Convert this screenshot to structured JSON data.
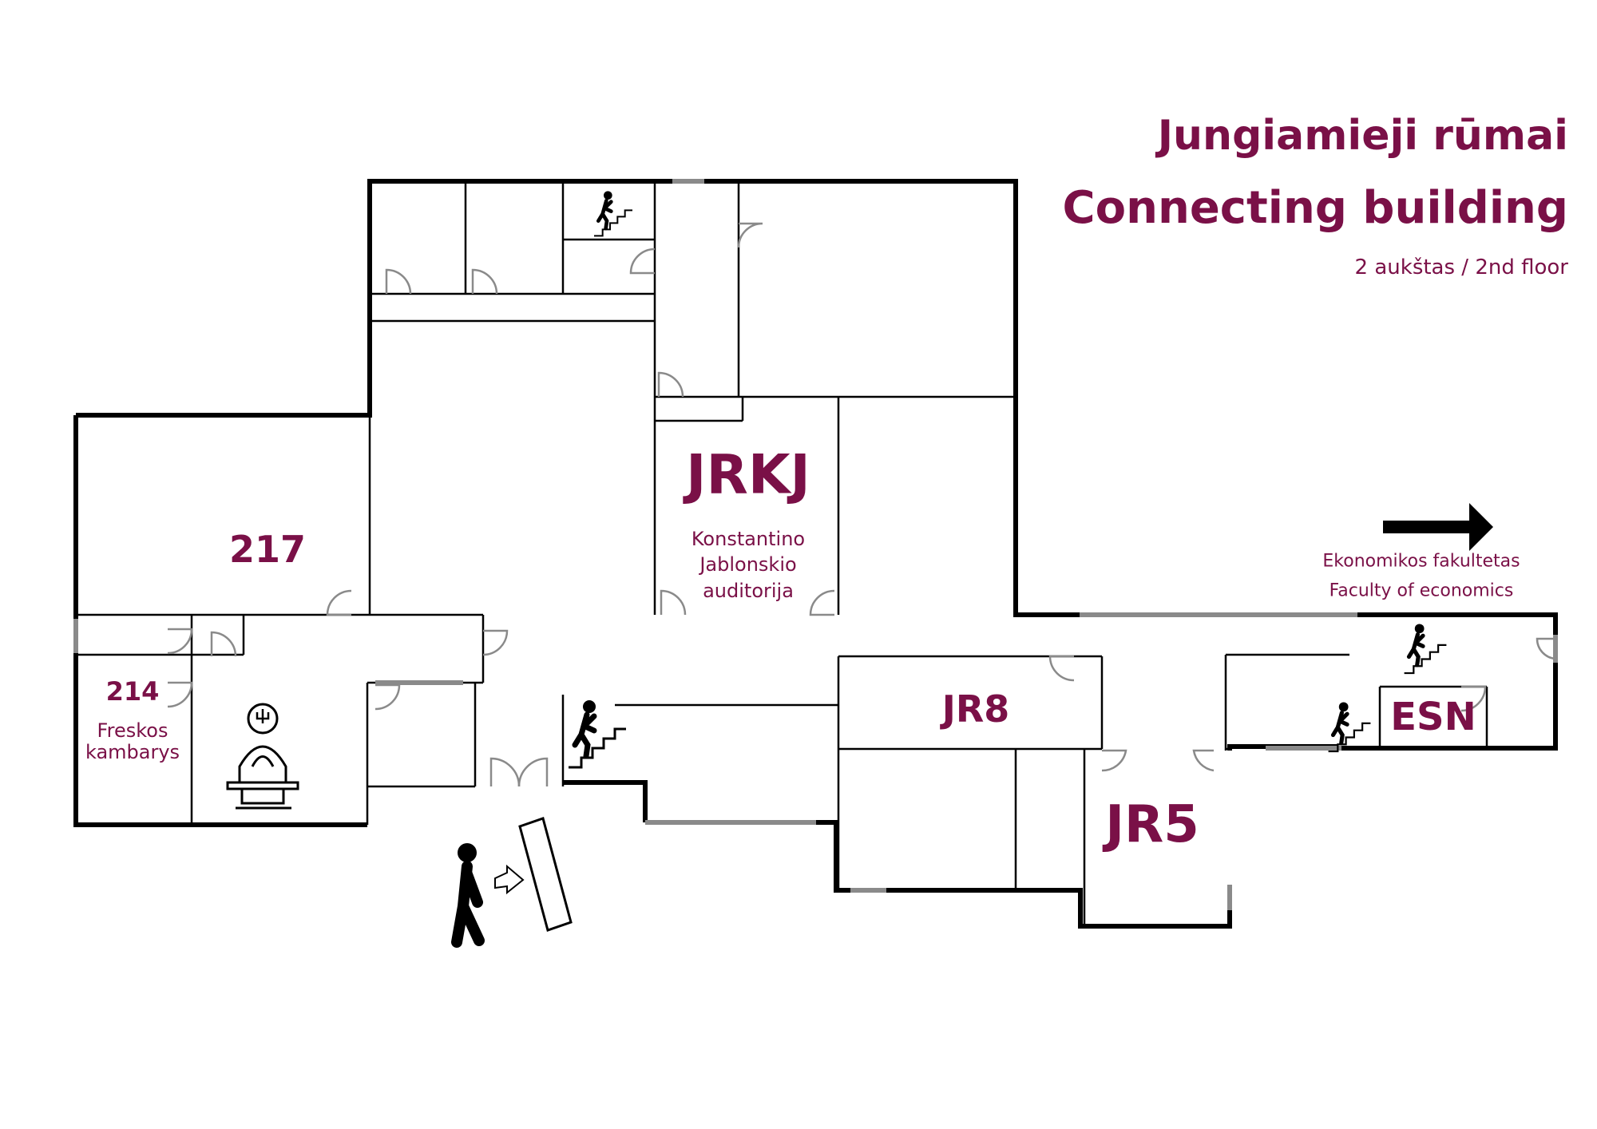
{
  "title": {
    "lithuanian": "Jungiamieji rūmai",
    "english": "Connecting building",
    "floor": "2 aukštas / 2nd floor"
  },
  "rooms": {
    "r217": "217",
    "r214": "214",
    "r214_name_line1": "Freskos",
    "r214_name_line2": "kambarys",
    "jrkj": "JRKJ",
    "jrkj_name_line1": "Konstantino",
    "jrkj_name_line2": "Jablonskio",
    "jrkj_name_line3": "auditorija",
    "jr8": "JR8",
    "jr5": "JR5",
    "esn": "ESN"
  },
  "direction": {
    "line1": "Ekonomikos fakultetas",
    "line2": "Faculty of economics"
  },
  "icons": [
    "stairs-icon",
    "door-icon",
    "charging-station-icon",
    "entrance-person-icon",
    "arrow-right-icon"
  ],
  "colors": {
    "label": "#7a1047",
    "wall": "#000000",
    "window": "#9a9a9a"
  }
}
